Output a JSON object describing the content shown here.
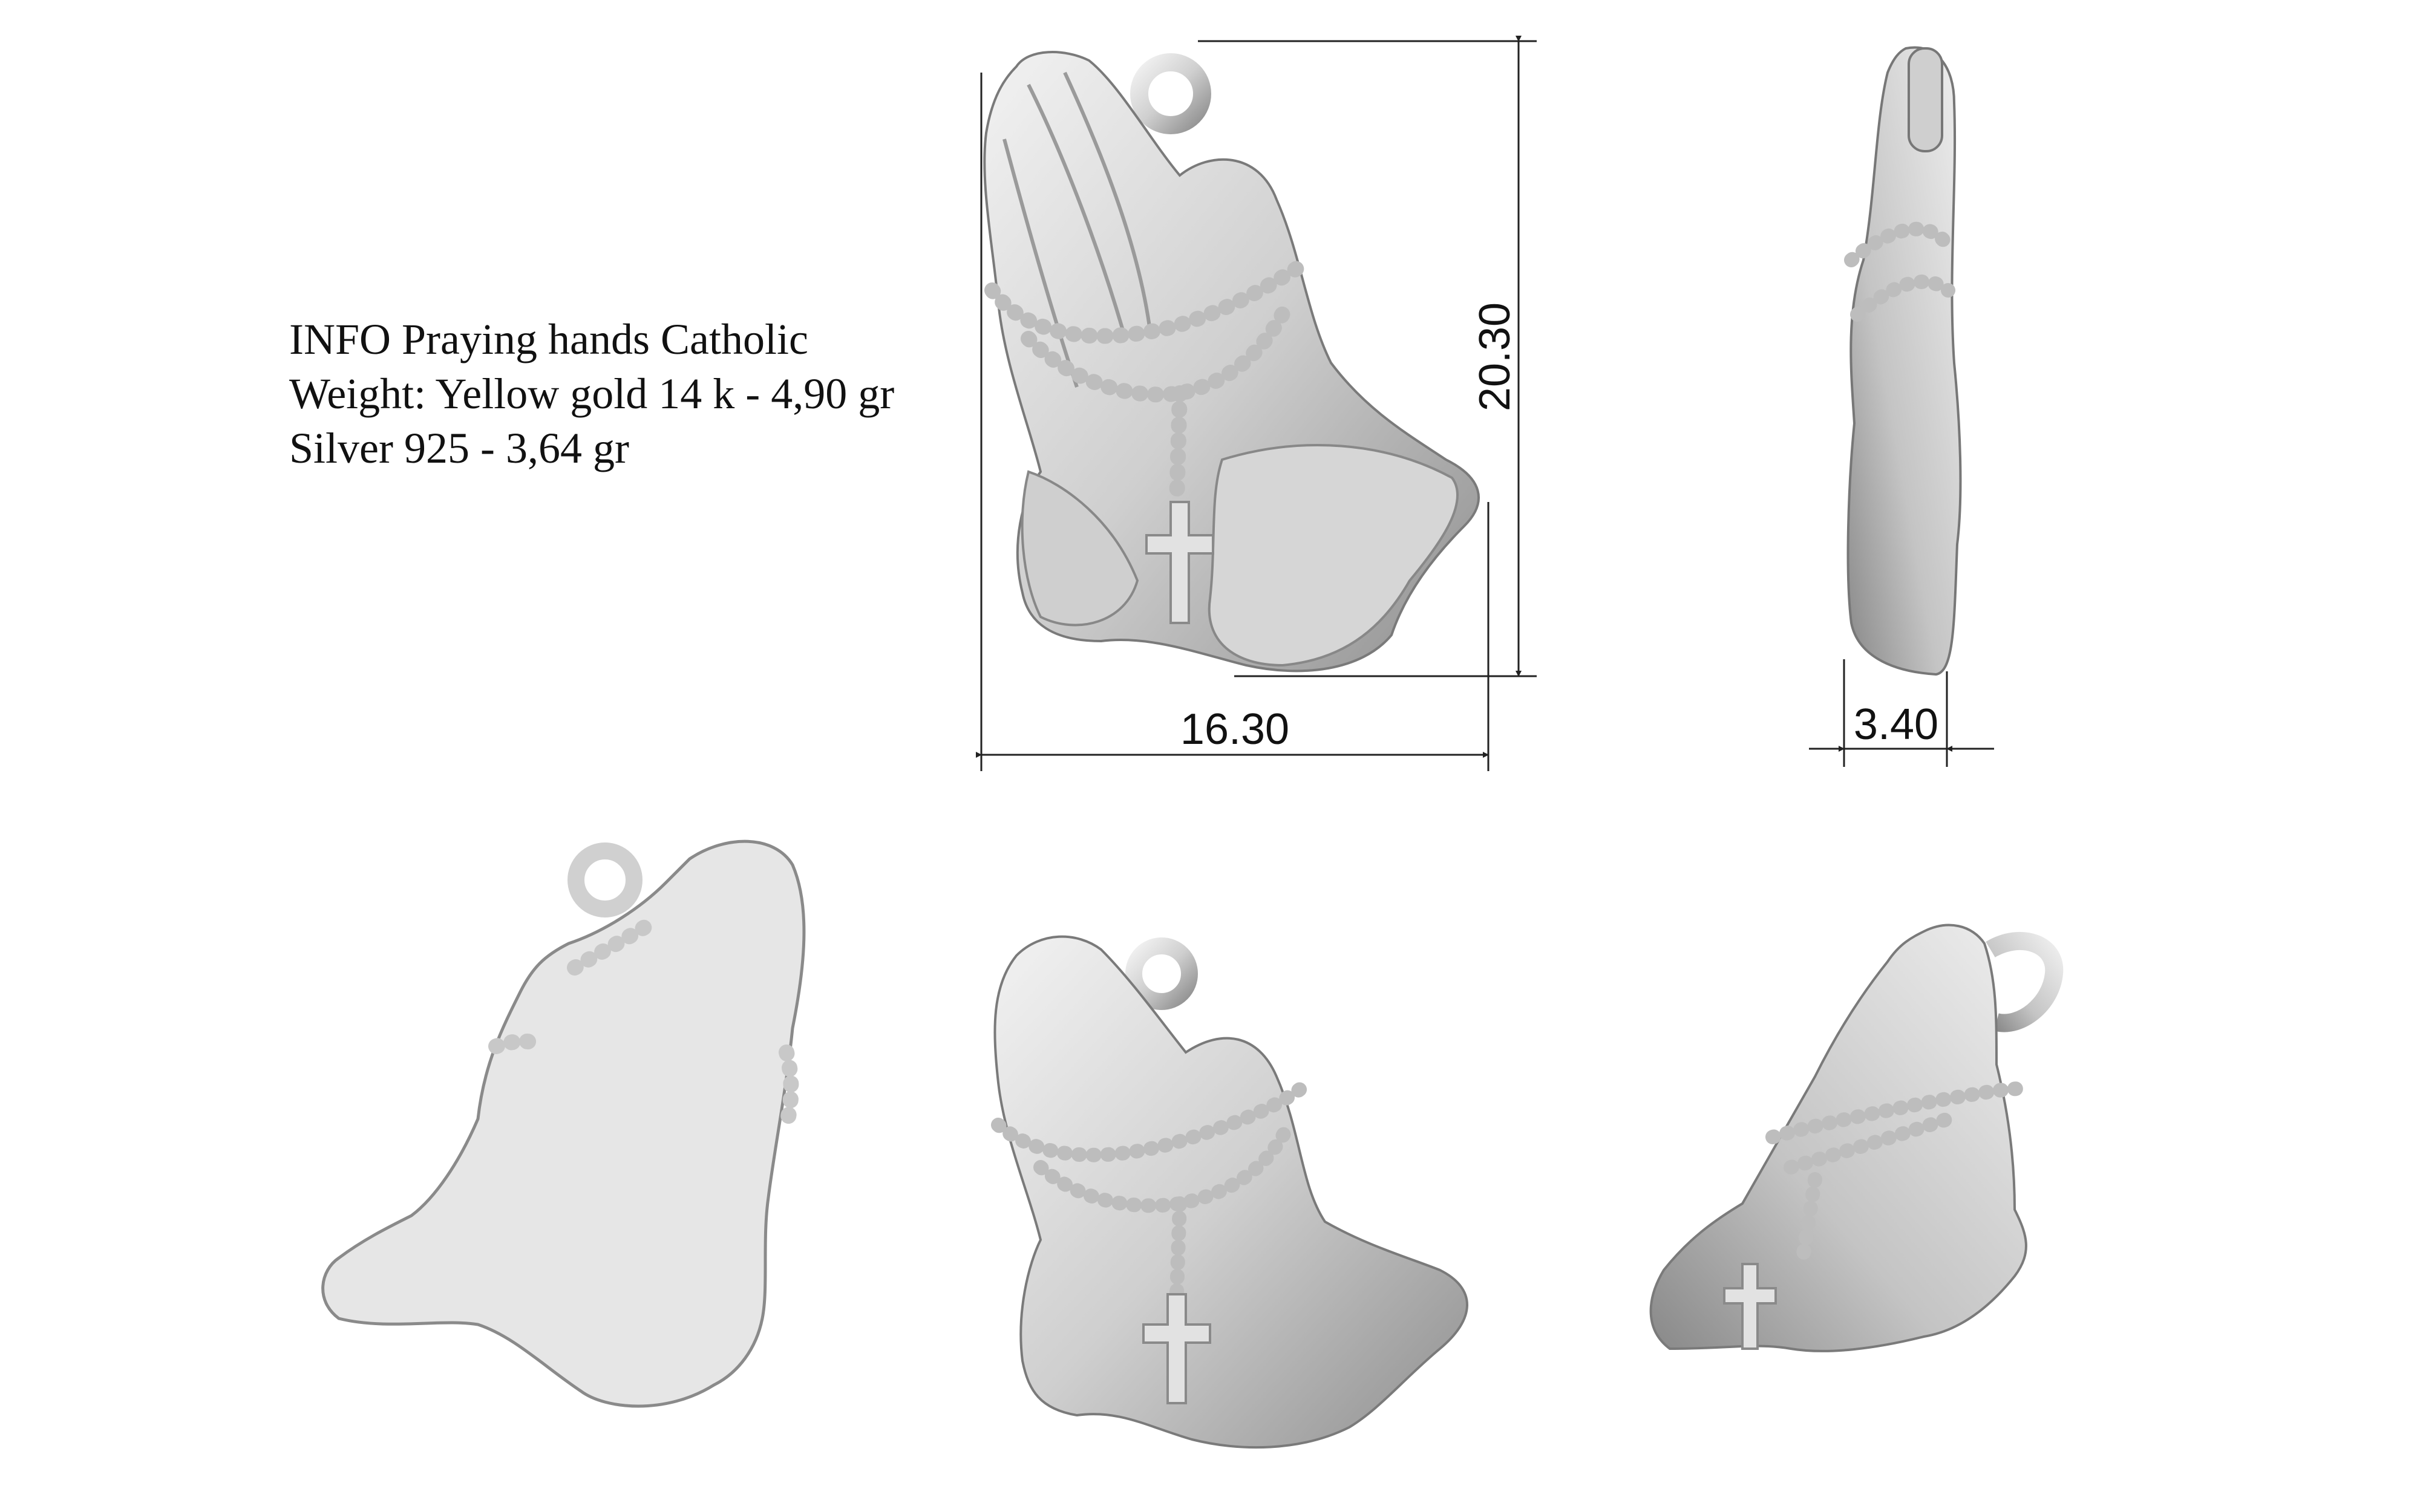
{
  "info": {
    "title": "INFO Praying hands Catholic",
    "weight_gold": "Weight: Yellow gold 14 k - 4,90 gr",
    "weight_silver": "Silver 925 - 3,64 gr"
  },
  "dimensions": {
    "height": "20.30",
    "width": "16.30",
    "thickness": "3.40"
  },
  "colors": {
    "model_fill": "#d9d9d9",
    "model_shadow": "#9a9a9a",
    "dimension_line": "#222222"
  }
}
